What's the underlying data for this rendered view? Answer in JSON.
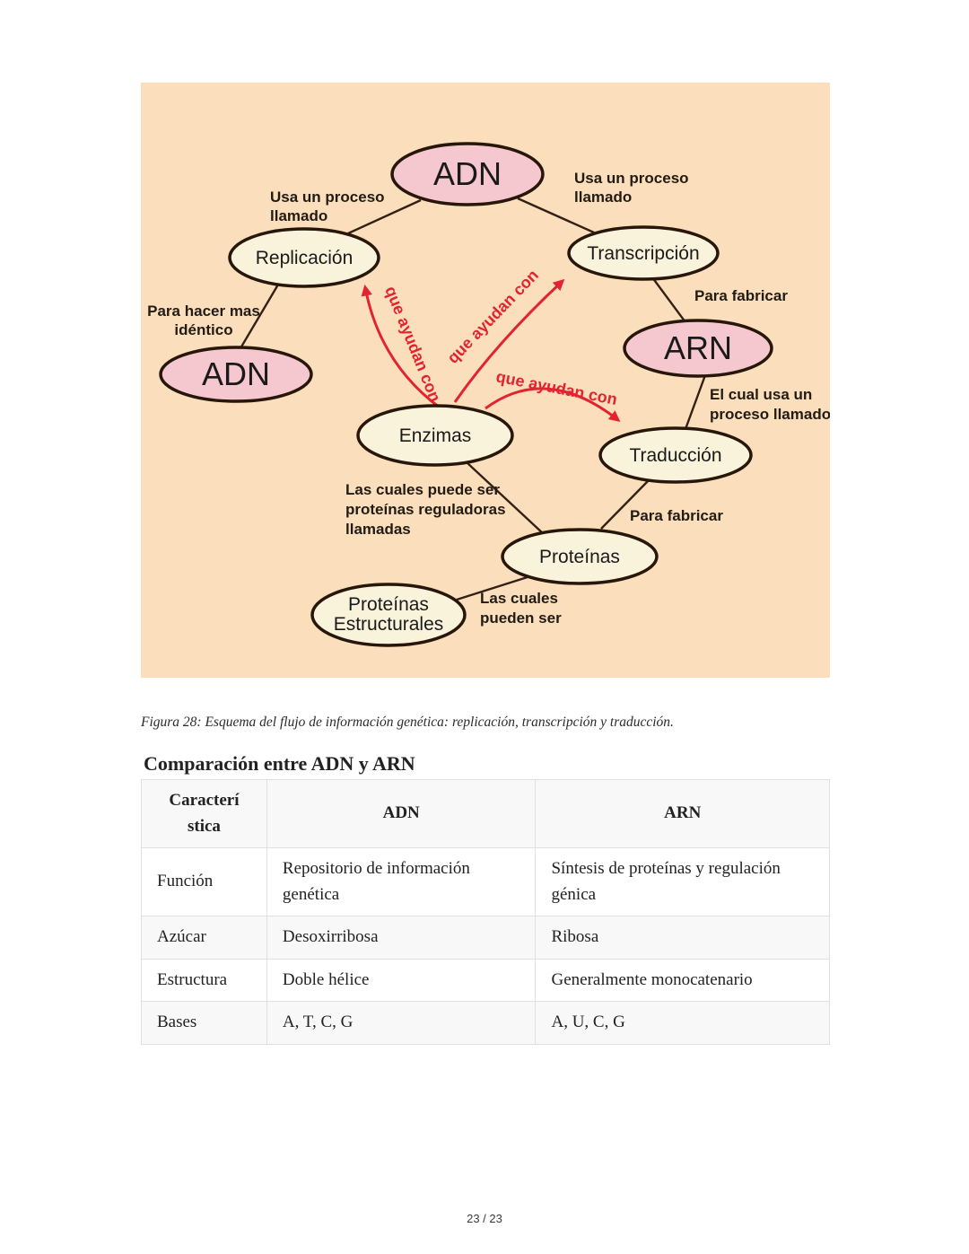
{
  "figure": {
    "caption": "Figura 28: Esquema del flujo de información genética: replicación, transcripción y traducción.",
    "colors": {
      "background": "#fbdfbd",
      "pink_node": "#f5c7ce",
      "cream_node": "#f9f3dc",
      "node_stroke": "#27160a",
      "edge_line": "#332015",
      "arrow_red": "#e1242f"
    },
    "nodes": {
      "adn_top": "ADN",
      "replicacion": "Replicación",
      "transcripcion": "Transcripción",
      "adn_left": "ADN",
      "arn": "ARN",
      "enzimas": "Enzimas",
      "traduccion": "Traducción",
      "proteinas": "Proteínas",
      "proteinas_estructurales_line1": "Proteínas",
      "proteinas_estructurales_line2": "Estructurales"
    },
    "labels": {
      "usa_left_1": "Usa un proceso",
      "usa_left_2": "llamado",
      "usa_right_1": "Usa un proceso",
      "usa_right_2": "llamado",
      "para_hacer_1": "Para hacer mas",
      "para_hacer_2": "idéntico",
      "para_fabricar_top": "Para fabricar",
      "el_cual_1": "El cual usa un",
      "el_cual_2": "proceso llamado",
      "que_ayudan_left": "que ayudan con",
      "que_ayudan_mid": "que ayudan con",
      "que_ayudan_bottom": "que ayudan con",
      "las_cuales_puede_1": "Las cuales puede ser",
      "las_cuales_puede_2": "proteínas reguladoras",
      "las_cuales_puede_3": "llamadas",
      "para_fabricar_bottom": "Para fabricar",
      "las_cuales_pueden_1": "Las cuales",
      "las_cuales_pueden_2": "pueden ser"
    }
  },
  "section": {
    "heading": "Comparación entre ADN y ARN"
  },
  "table": {
    "header": {
      "feature_line1": "Caracterí",
      "feature_line2": "stica",
      "adn": "ADN",
      "arn": "ARN"
    },
    "rows": [
      {
        "feature": "Función",
        "adn": "Repositorio de información genética",
        "arn": "Síntesis de proteínas y regulación génica"
      },
      {
        "feature": "Azúcar",
        "adn": "Desoxirribosa",
        "arn": "Ribosa"
      },
      {
        "feature": "Estructura",
        "adn": "Doble hélice",
        "arn": "Generalmente monocatenario"
      },
      {
        "feature": "Bases",
        "adn": "A, T, C, G",
        "arn": "A, U, C, G"
      }
    ]
  },
  "page": {
    "number_label": "23 / 23"
  }
}
